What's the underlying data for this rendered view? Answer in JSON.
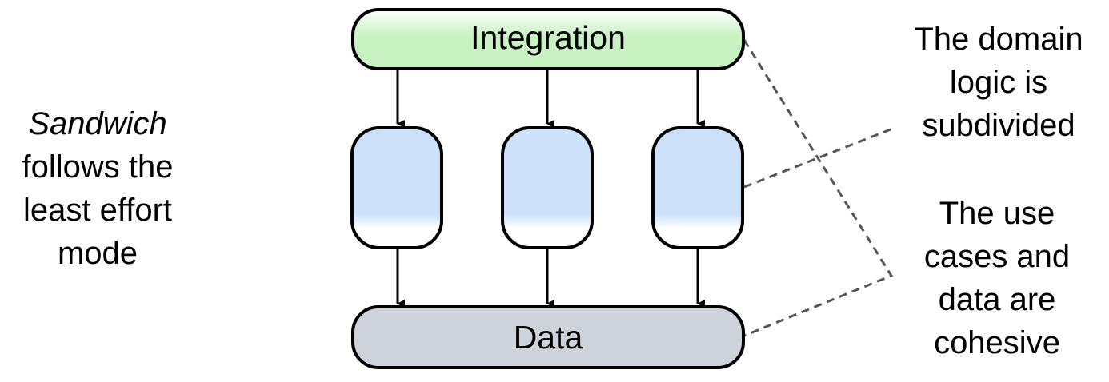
{
  "labels": {
    "integration": "Integration",
    "data": "Data"
  },
  "left_caption": {
    "emphasis": "Sandwich",
    "rest": "follows the least effort mode"
  },
  "notes": {
    "domain_subdivided": "The domain logic is subdivided",
    "use_cases_cohesive": "The use cases and data are cohesive"
  },
  "colors": {
    "integration_fill": "#c9f2c3",
    "domain_fill": "#cde2fa",
    "data_fill": "#ced3db",
    "stroke": "#000000",
    "leader_line": "#555555"
  }
}
